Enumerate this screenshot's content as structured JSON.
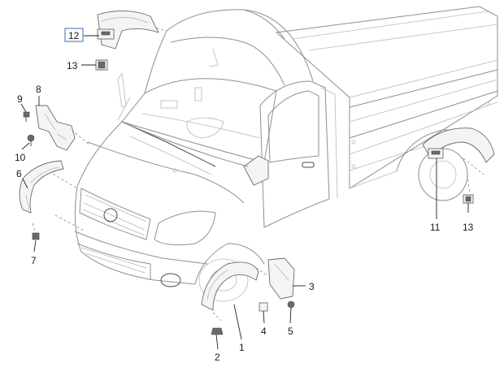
{
  "callouts": {
    "c1": "1",
    "c2": "2",
    "c3": "3",
    "c4": "4",
    "c5": "5",
    "c6": "6",
    "c7": "7",
    "c8": "8",
    "c9": "9",
    "c10": "10",
    "c11": "11",
    "c12": "12",
    "c13a": "13",
    "c13b": "13"
  },
  "colors": {
    "line": "#8f8f8f",
    "callout_box": "#3a6db5"
  }
}
